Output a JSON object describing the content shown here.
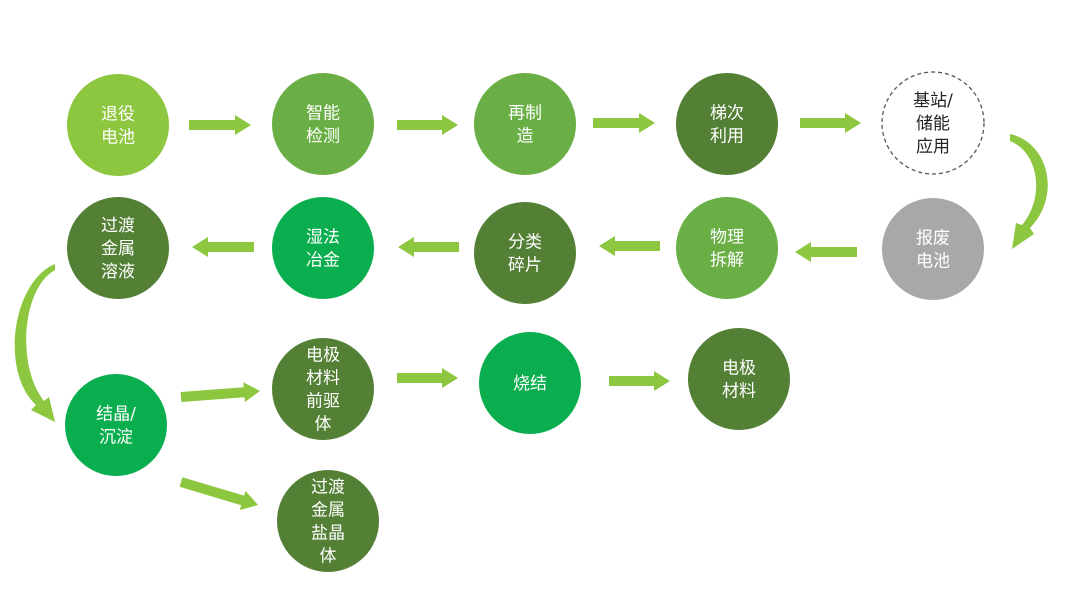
{
  "colors": {
    "light_green": "#8DC63F",
    "mid_green": "#6AAF46",
    "dark_green": "#538035",
    "bright_green": "#0BAE4E",
    "gray": "#A8A8AA",
    "arrow": "#8DC63F",
    "text_light": "#ffffff",
    "text_dark": "#222222"
  },
  "nodes": [
    {
      "id": "retired-battery",
      "lines": [
        "退役",
        "电池"
      ],
      "style": "light_green"
    },
    {
      "id": "smart-detection",
      "lines": [
        "智能",
        "检测"
      ],
      "style": "mid_green"
    },
    {
      "id": "remanufacture",
      "lines": [
        "再制",
        "造"
      ],
      "style": "mid_green"
    },
    {
      "id": "cascade-use",
      "lines": [
        "梯次",
        "利用"
      ],
      "style": "dark_green"
    },
    {
      "id": "base-station-storage",
      "lines": [
        "基站/",
        "储能",
        "应用"
      ],
      "style": "dashed"
    },
    {
      "id": "scrapped-battery",
      "lines": [
        "报废",
        "电池"
      ],
      "style": "gray"
    },
    {
      "id": "physical-dismantling",
      "lines": [
        "物理",
        "拆解"
      ],
      "style": "mid_green"
    },
    {
      "id": "sorted-fragments",
      "lines": [
        "分类",
        "碎片"
      ],
      "style": "dark_green"
    },
    {
      "id": "hydrometallurgy",
      "lines": [
        "湿法",
        "冶金"
      ],
      "style": "bright_green"
    },
    {
      "id": "transition-metal-solution",
      "lines": [
        "过渡",
        "金属",
        "溶液"
      ],
      "style": "dark_green"
    },
    {
      "id": "crystallization-precipitation",
      "lines": [
        "结晶/",
        "沉淀"
      ],
      "style": "bright_green"
    },
    {
      "id": "electrode-precursor",
      "lines": [
        "电极",
        "材料",
        "前驱",
        "体"
      ],
      "style": "dark_green"
    },
    {
      "id": "sintering",
      "lines": [
        "烧结"
      ],
      "style": "bright_green"
    },
    {
      "id": "electrode-material",
      "lines": [
        "电极",
        "材料"
      ],
      "style": "dark_green"
    },
    {
      "id": "transition-metal-salt-crystal",
      "lines": [
        "过渡",
        "金属",
        "盐晶",
        "体"
      ],
      "style": "dark_green"
    }
  ]
}
